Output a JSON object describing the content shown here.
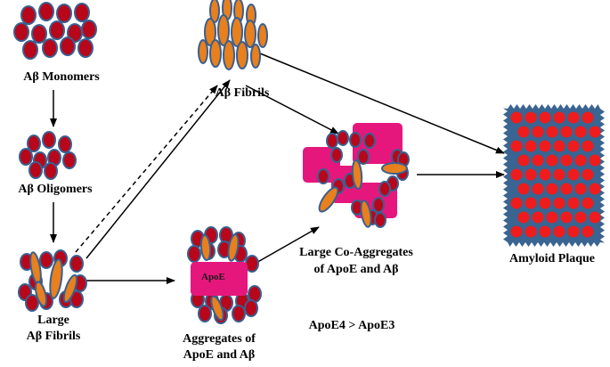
{
  "colors": {
    "abeta_fill": "#b8061a",
    "abeta_stroke": "#3a5f8f",
    "fibril_fill": "#e8801e",
    "apoe_fill": "#e6177c",
    "plaque_bg": "#3a6491",
    "plaque_dot": "#ee1c1c",
    "arrow": "#000000"
  },
  "labels": {
    "monomers": "Aβ Monomers",
    "oligomers": "Aβ Oligomers",
    "large_fibrils_line1": "Large",
    "large_fibrils_line2": "Aβ Fibrils",
    "fibrils": "Aβ Fibrils",
    "aggregates_line1": "Aggregates of",
    "aggregates_line2": "ApoE and Aβ",
    "apoe_box": "ApoE",
    "coaggregates_line1": "Large Co-Aggregates",
    "coaggregates_line2": "of ApoE and Aβ",
    "comparison": "ApoE4 > ApoE3",
    "plaque": "Amyloid Plaque"
  }
}
